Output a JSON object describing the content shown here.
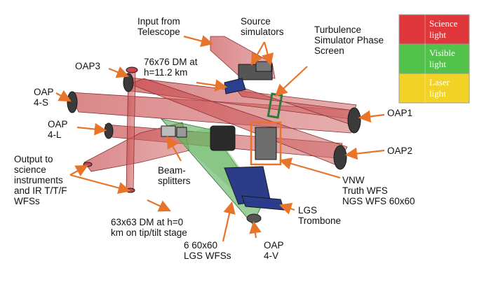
{
  "labels": {
    "input_from_telescope": [
      "Input from",
      "Telescope"
    ],
    "source_simulators": [
      "Source",
      "simulators"
    ],
    "turbulence_screen": [
      "Turbulence",
      "Simulator Phase",
      "Screen"
    ],
    "dm_76": [
      "76x76 DM at",
      "h=11.2 km"
    ],
    "oap3": [
      "OAP3"
    ],
    "oap4s": [
      "OAP",
      "4-S"
    ],
    "oap4l": [
      "OAP",
      "4-L"
    ],
    "oap1": [
      "OAP1"
    ],
    "oap2": [
      "OAP2"
    ],
    "output": [
      "Output to",
      "science",
      "instruments",
      "and IR T/T/F",
      "WFSs"
    ],
    "beamsplitters": [
      "Beam-",
      "splitters"
    ],
    "vnw": [
      "VNW",
      "Truth WFS",
      "NGS WFS 60x60"
    ],
    "dm_63": [
      "63x63 DM at h=0",
      "km on tip/tilt stage"
    ],
    "lgs_wfss": [
      "6 60x60",
      "LGS WFSs"
    ],
    "lgs_trombone": [
      "LGS",
      "Trombone"
    ],
    "oap4v": [
      "OAP",
      "4-V"
    ]
  },
  "legend": [
    {
      "lines": [
        "Science",
        "light"
      ],
      "color": "#e0383a"
    },
    {
      "lines": [
        "Visible",
        "light"
      ],
      "color": "#52c24a"
    },
    {
      "lines": [
        "Laser",
        "light"
      ],
      "color": "#f2d325"
    }
  ],
  "colors": {
    "beam_red": "#c7474a",
    "beam_green": "#47a84a",
    "arrow_orange": "#e8742a",
    "hardware": "#333333"
  }
}
